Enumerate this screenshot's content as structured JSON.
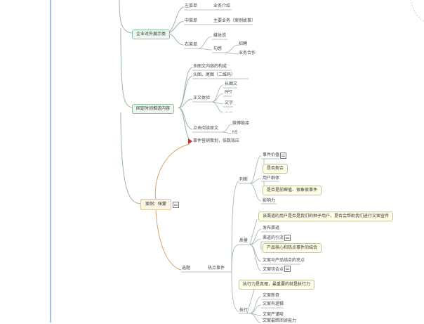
{
  "topics": {
    "enterprise": "企业对外展示类",
    "fixed_time": "固定时间推送内容",
    "case": "案例：咪蒙"
  },
  "enterprise": {
    "left_menu": "左菜单",
    "left_menu_item": "业务介绍",
    "middle_menu": "中菜单",
    "middle_menu_item": "主要业务（案例故事）",
    "right_menu": "右菜单",
    "media": "媒体说",
    "hooks": "勾感",
    "recruit": "招聘",
    "cooperation": "业务合作"
  },
  "fixed": {
    "multi_image": "多图文内容的构成",
    "header": "头图、尾图（二维码）",
    "body_type": "正文体验",
    "long_image": "长图文",
    "ppt": "PPT",
    "text": "文字",
    "more": "......",
    "read_more": "点击阅读原文",
    "wechat_link": "微博链接",
    "h5": "h5",
    "event_planning": "事件营销策划，倍数效应"
  },
  "case": {
    "judge": "判断",
    "event_value": "事件价值",
    "is_complete": "是否契合",
    "user_group": "用户群体",
    "is_complex": "是否是前瞬值、很象很事件",
    "influence": "影响力",
    "channel_note": "该渠道的用户是否是我们的种子用户，是否会帮助我们进行文案宣传",
    "quality": "质量",
    "publish_channel": "发布渠道",
    "channel_traffic": "渠道的引流",
    "product_core": "产品核心和热点事件的结合",
    "copy_product": "文案与产品结合的亮点",
    "copy_angle": "文案切合点",
    "choose": "选题",
    "hot_event": "热点事件",
    "execution_note": "执行力是真理，最重要的就是执行力",
    "execution": "执行",
    "copy_new": "文案新奇",
    "copy_logic": "文案有逻辑",
    "copy_sticky": "文案严谨吸",
    "copy_read": "文案最终阅读能力"
  },
  "colors": {
    "branch_line": "#d9a06a",
    "node_line": "#9fb4a6",
    "left_edge": "#4a78c7",
    "marker": "#b33333"
  }
}
